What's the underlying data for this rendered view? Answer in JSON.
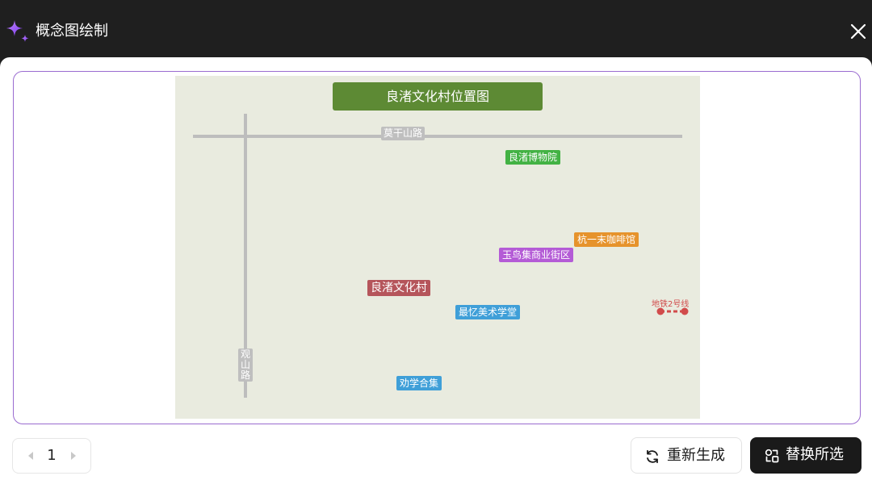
{
  "window": {
    "title": "概念图绘制",
    "icon": "sparkle-icon",
    "accent": "#8b5cf6"
  },
  "map": {
    "title": "良渚文化村位置图",
    "roads": {
      "horizontal": "莫干山路",
      "vertical": "观山路"
    },
    "pois": {
      "museum": "良渚博物院",
      "cafe": "杭一末咖啡馆",
      "yuniao": "玉鸟集商业街区",
      "village": "良渚文化村",
      "art": "最忆美术学堂",
      "quanxue": "劝学合集"
    },
    "metro": "地铁2号线",
    "colors": {
      "title_bg": "#5d8a34",
      "museum": "#43b244",
      "cafe": "#e6932c",
      "yuniao": "#b45bd6",
      "village": "#b5555b",
      "art": "#3f9fd8",
      "metro": "#d14b4b"
    }
  },
  "pager": {
    "page": "1"
  },
  "actions": {
    "regenerate": "重新生成",
    "replace": "替换所选"
  }
}
